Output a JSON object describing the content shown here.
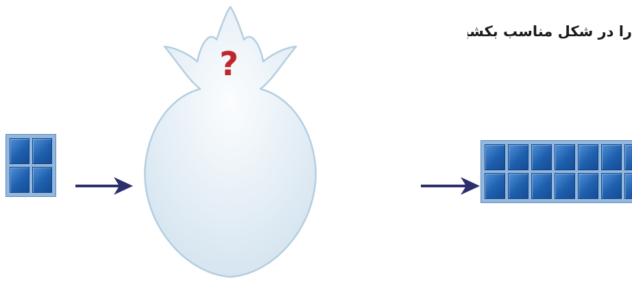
{
  "instruction_text": "را در شکل مناسب بکشید.",
  "machine": {
    "question_mark": "?",
    "fill_color": "#e4eef5",
    "outline_color": "#b4cee0",
    "question_color": "#c0262c"
  },
  "input_grid": {
    "rows": 2,
    "cols": 2
  },
  "output_grid": {
    "rows": 2,
    "cols": 7
  },
  "arrow_color": "#2b2f6b",
  "cell_color": "#1e5fae",
  "frame_color": "#93b8e0"
}
